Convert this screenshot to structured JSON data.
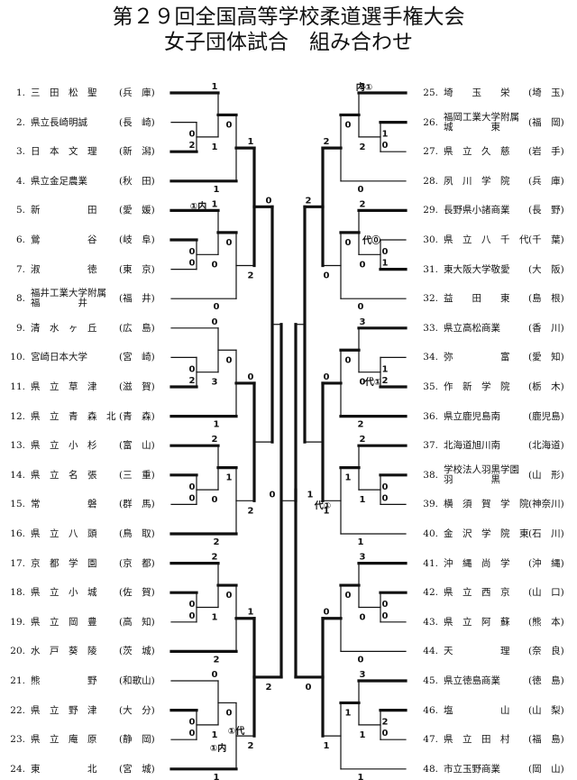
{
  "title": {
    "line1": "第２９回全国高等学校柔道選手権大会",
    "line2": "女子団体試合　組み合わせ"
  },
  "left_teams": [
    {
      "num": "1.",
      "name": "三　田　松　聖",
      "pref": "(兵　庫)"
    },
    {
      "num": "2.",
      "name": "県立長崎明誠",
      "pref": "(長　崎)"
    },
    {
      "num": "3.",
      "name": "日　本　文　理",
      "pref": "(新　潟)"
    },
    {
      "num": "4.",
      "name": "県立金足農業",
      "pref": "(秋　田)"
    },
    {
      "num": "5.",
      "name": "新　　　　　田",
      "pref": "(愛　媛)"
    },
    {
      "num": "6.",
      "name": "鶯　　　　　谷",
      "pref": "(岐　阜)"
    },
    {
      "num": "7.",
      "name": "淑　　　　　徳",
      "pref": "(東　京)"
    },
    {
      "num": "8.",
      "name": "福井工業大学附属",
      "name2": "福　　　　井",
      "pref": "(福　井)"
    },
    {
      "num": "9.",
      "name": "清　水　ヶ　丘",
      "pref": "(広　島)"
    },
    {
      "num": "10.",
      "name": "宮崎日本大学",
      "pref": "(宮　崎)"
    },
    {
      "num": "11.",
      "name": "県　立　草　津",
      "pref": "(滋　賀)"
    },
    {
      "num": "12.",
      "name": "県　立　青　森　北",
      "pref": "(青　森)"
    },
    {
      "num": "13.",
      "name": "県　立　小　杉",
      "pref": "(富　山)"
    },
    {
      "num": "14.",
      "name": "県　立　名　張",
      "pref": "(三　重)"
    },
    {
      "num": "15.",
      "name": "常　　　　　磐",
      "pref": "(群　馬)"
    },
    {
      "num": "16.",
      "name": "県　立　八　頭",
      "pref": "(鳥　取)"
    },
    {
      "num": "17.",
      "name": "京　都　学　園",
      "pref": "(京　都)"
    },
    {
      "num": "18.",
      "name": "県　立　小　城",
      "pref": "(佐　賀)"
    },
    {
      "num": "19.",
      "name": "県　立　岡　豊",
      "pref": "(高　知)"
    },
    {
      "num": "20.",
      "name": "水　戸　葵　陵",
      "pref": "(茨　城)"
    },
    {
      "num": "21.",
      "name": "熊　　　　　野",
      "pref": "(和歌山)"
    },
    {
      "num": "22.",
      "name": "県　立　野　津",
      "pref": "(大　分)"
    },
    {
      "num": "23.",
      "name": "県　立　庵　原",
      "pref": "(静　岡)"
    },
    {
      "num": "24.",
      "name": "東　　　　　北",
      "pref": "(宮　城)"
    }
  ],
  "right_teams": [
    {
      "num": "25.",
      "name": "埼　　玉　　栄",
      "pref": "(埼　玉)"
    },
    {
      "num": "26.",
      "name": "福岡工業大学附属",
      "name2": "城　　　　東",
      "pref": "(福　岡)"
    },
    {
      "num": "27.",
      "name": "県　立　久　慈",
      "pref": "(岩　手)"
    },
    {
      "num": "28.",
      "name": "夙　川　学　院",
      "pref": "(兵　庫)"
    },
    {
      "num": "29.",
      "name": "長野県小諸商業",
      "pref": "(長　野)"
    },
    {
      "num": "30.",
      "name": "県　立　八　千　代",
      "pref": "(千　葉)"
    },
    {
      "num": "31.",
      "name": "東大阪大学敬愛",
      "pref": "(大　阪)"
    },
    {
      "num": "32.",
      "name": "益　　田　　東",
      "pref": "(島　根)"
    },
    {
      "num": "33.",
      "name": "県立高松商業",
      "pref": "(香　川)"
    },
    {
      "num": "34.",
      "name": "弥　　　　　富",
      "pref": "(愛　知)"
    },
    {
      "num": "35.",
      "name": "作　新　学　院",
      "pref": "(栃　木)"
    },
    {
      "num": "36.",
      "name": "県立鹿児島南",
      "pref": "(鹿児島)"
    },
    {
      "num": "37.",
      "name": "北海道旭川南",
      "pref": "(北海道)"
    },
    {
      "num": "38.",
      "name": "学校法人羽黒学園",
      "name2": "羽　　　　黒",
      "pref": "(山　形)"
    },
    {
      "num": "39.",
      "name": "横　須　賀　学　院",
      "pref": "(神奈川)"
    },
    {
      "num": "40.",
      "name": "金　沢　学　院　東",
      "pref": "(石　川)"
    },
    {
      "num": "41.",
      "name": "沖　縄　尚　学",
      "pref": "(沖　縄)"
    },
    {
      "num": "42.",
      "name": "県　立　西　京",
      "pref": "(山　口)"
    },
    {
      "num": "43.",
      "name": "県　立　阿　蘇",
      "pref": "(熊　本)"
    },
    {
      "num": "44.",
      "name": "天　　　　　理",
      "pref": "(奈　良)"
    },
    {
      "num": "45.",
      "name": "県立徳島商業",
      "pref": "(徳　島)"
    },
    {
      "num": "46.",
      "name": "塩　　　　　山",
      "pref": "(山　梨)"
    },
    {
      "num": "47.",
      "name": "県　立　田　村",
      "pref": "(福　島)"
    },
    {
      "num": "48.",
      "name": "市立玉野商業",
      "pref": "(岡　山)"
    }
  ],
  "left_scores": [
    [
      "1",
      "1",
      "0",
      "2",
      "0",
      "1"
    ],
    [
      "1",
      "0",
      "0",
      "0",
      "0",
      "0"
    ],
    [
      "0",
      "3",
      "0",
      "2",
      "0",
      "1"
    ],
    [
      "2",
      "0",
      "0",
      "0",
      "1",
      "2"
    ],
    [
      "2",
      "1",
      "0",
      "0",
      "0",
      "2"
    ],
    [
      "0",
      "1",
      "0",
      "0",
      "0",
      "1"
    ]
  ],
  "right_scores": [
    [
      "3",
      "2",
      "1",
      "0",
      "0",
      "0"
    ],
    [
      "2",
      "0",
      "0",
      "1",
      "0",
      "0"
    ],
    [
      "3",
      "0",
      "1",
      "2",
      "0",
      "2"
    ],
    [
      "2",
      "1",
      "0",
      "0",
      "1",
      "1"
    ],
    [
      "3",
      "0",
      "0",
      "0",
      "0",
      "0"
    ],
    [
      "3",
      "1",
      "2",
      "0",
      "1",
      "1"
    ]
  ],
  "round2_scores": {
    "left": [
      "1",
      "2",
      "0",
      "2",
      "1",
      "2",
      "0",
      "0"
    ],
    "right": [
      "2",
      "0",
      "0",
      "1",
      "0",
      "1",
      "0",
      "1"
    ]
  },
  "quarter_scores": {
    "left": [
      "0",
      "2"
    ],
    "right": [
      "2",
      "0"
    ]
  },
  "final_scores": {
    "left": "0",
    "right": "1"
  },
  "marks": {
    "uchi": "内",
    "dai": "代",
    "circle_one": "①",
    "circle_zero": "⓪"
  }
}
